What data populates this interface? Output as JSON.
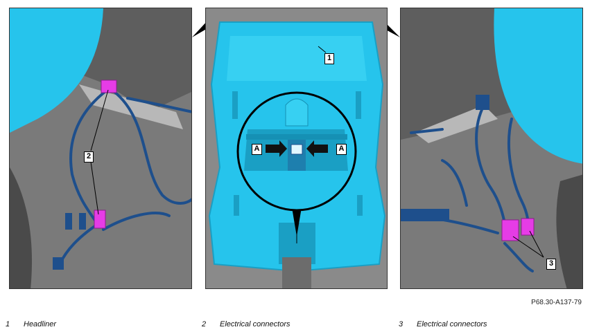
{
  "figure": {
    "reference_code": "P68.30-A137-79",
    "colors": {
      "headliner": "#26c4ec",
      "headliner_shadow": "#1a9fc4",
      "connector": "#e63ce6",
      "harness": "#1e4f8c",
      "background": "#6f6f6f",
      "background_light": "#9a9a9a"
    },
    "callouts": {
      "left": "2",
      "center": "1",
      "right": "3",
      "section_marker": "A"
    },
    "legend": [
      {
        "number": "1",
        "label": "Headliner"
      },
      {
        "number": "2",
        "label": "Electrical connectors"
      },
      {
        "number": "3",
        "label": "Electrical connectors"
      }
    ]
  }
}
